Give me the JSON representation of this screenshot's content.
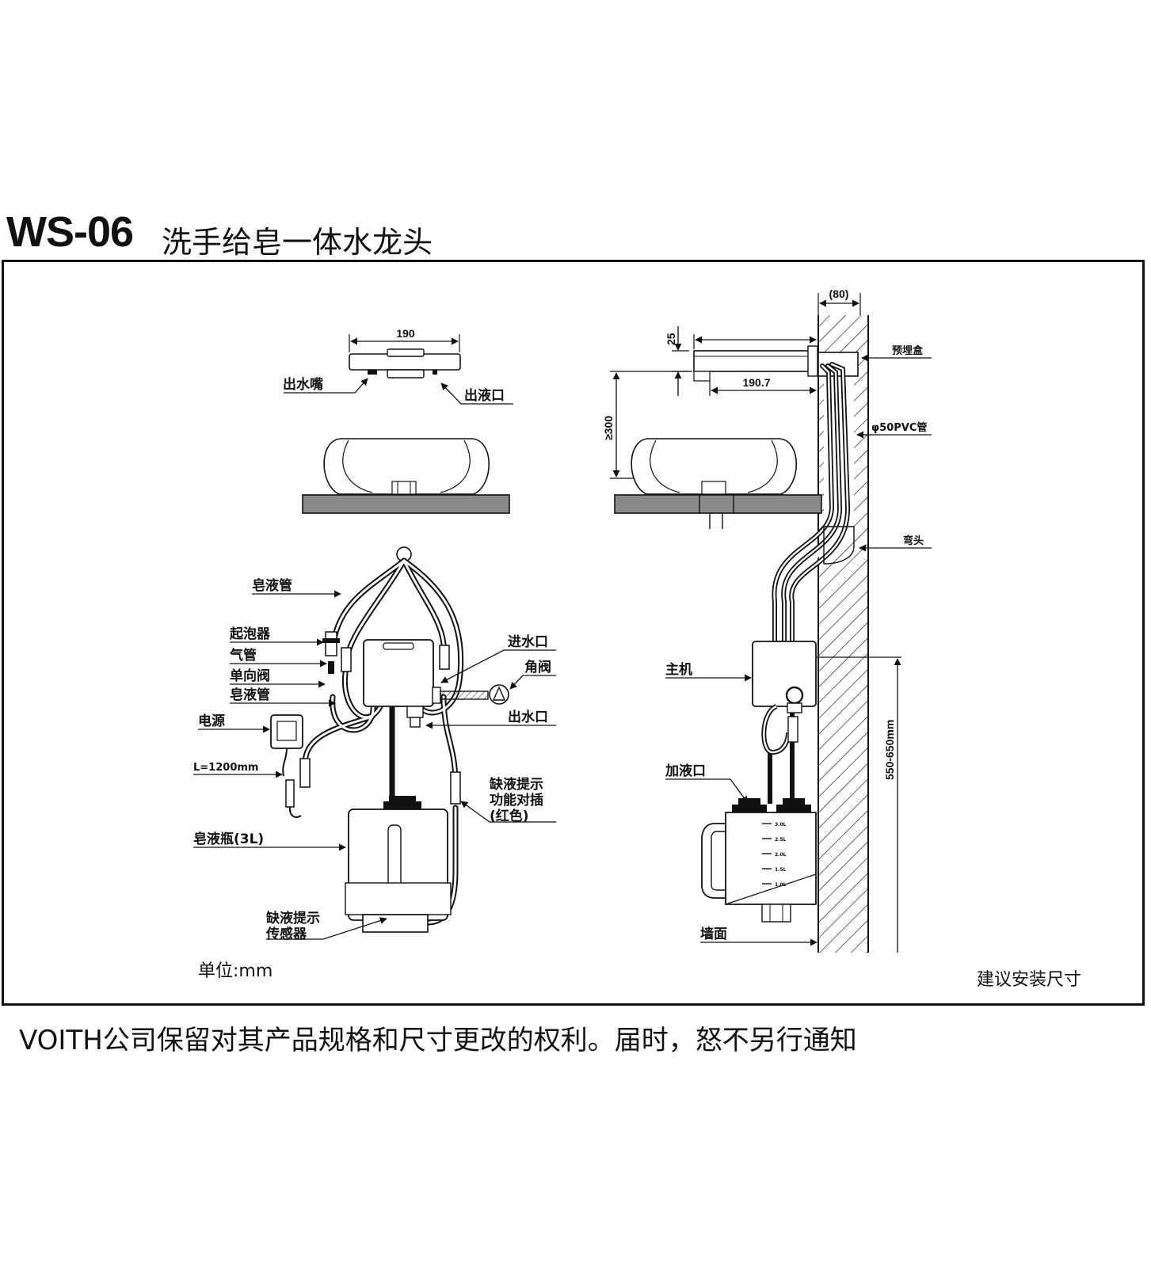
{
  "header": {
    "model": "WS-06",
    "product_name": "洗手给皂一体水龙头"
  },
  "front_view": {
    "dim_width": "190",
    "labels": {
      "spout": "出水嘴",
      "soap_outlet_top": "出液口",
      "soap_tube_1": "皂液管",
      "foamer": "起泡器",
      "air_tube": "气管",
      "check_valve": "单向阀",
      "soap_tube_2": "皂液管",
      "power": "电源",
      "cable_length": "L=1200mm",
      "inlet": "进水口",
      "angle_valve": "角阀",
      "water_outlet": "出水口",
      "low_liquid_plug": [
        "缺液提示",
        "功能对插",
        "(红色)"
      ],
      "soap_bottle": "皂液瓶(3L)",
      "low_liquid_sensor": [
        "缺液提示",
        "传感器"
      ]
    },
    "unit": "单位:mm"
  },
  "side_view": {
    "dim_wall_depth": "(80)",
    "dim_spout_height": "25",
    "dim_spout_length": "190.7",
    "dim_basin_clearance": "≥300",
    "dim_host_height": "550-650mm",
    "bottle_marks": [
      "3.0L",
      "2.5L",
      "2.0L",
      "1.5L",
      "1.0L"
    ],
    "labels": {
      "embedded_box": "预埋盒",
      "pvc_pipe": "φ50PVC管",
      "elbow": "弯头",
      "host": "主机",
      "fill_port": "加液口",
      "wall": "墙面"
    },
    "caption": "建议安装尺寸"
  },
  "footer": {
    "disclaimer": "VOITH公司保留对其产品规格和尺寸更改的权利。届时，怒不另行通知"
  },
  "colors": {
    "ink": "#111111",
    "counter": "#8a8a8a",
    "paper": "#ffffff"
  }
}
